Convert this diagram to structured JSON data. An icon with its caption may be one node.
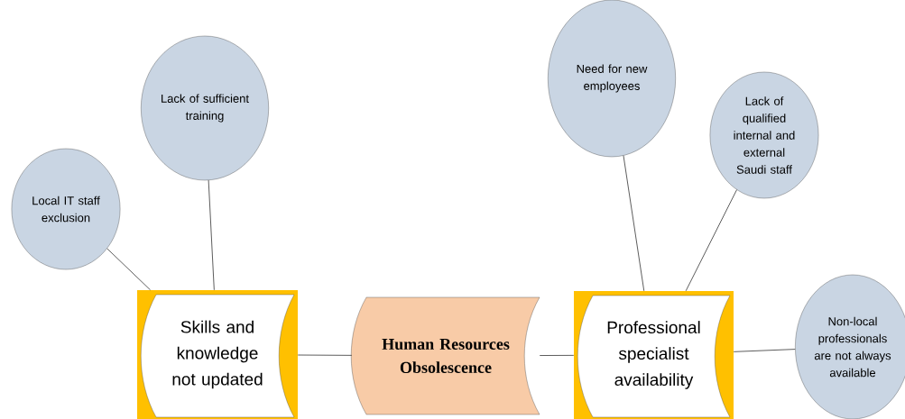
{
  "diagram": {
    "nodes": [
      {
        "text": [
          "Local IT staff exclusion"
        ]
      },
      {
        "text": [
          "Lack of sufficient training"
        ]
      },
      {
        "text": [
          "Need for new employees"
        ]
      },
      {
        "text": [
          "Lack of qualified internal and external Saudi staff"
        ]
      },
      {
        "text": [
          "Non-local professionals are not always available"
        ]
      },
      {
        "text": [
          "Skills and knowledge not updated"
        ]
      },
      {
        "text": [
          "Human Resources Obsolescence"
        ]
      },
      {
        "text": [
          "Professional specialist availability"
        ]
      }
    ],
    "edges": [
      {
        "from": 0,
        "to": 5,
        "arrow": "none"
      },
      {
        "from": 1,
        "to": 5,
        "arrow": "none"
      },
      {
        "from": 5,
        "to": 6,
        "arrow": "none"
      },
      {
        "from": 6,
        "to": 7,
        "arrow": "none"
      },
      {
        "from": 2,
        "to": 7,
        "arrow": "none"
      },
      {
        "from": 3,
        "to": 7,
        "arrow": "none"
      },
      {
        "from": 7,
        "to": 4,
        "arrow": "none"
      }
    ]
  }
}
